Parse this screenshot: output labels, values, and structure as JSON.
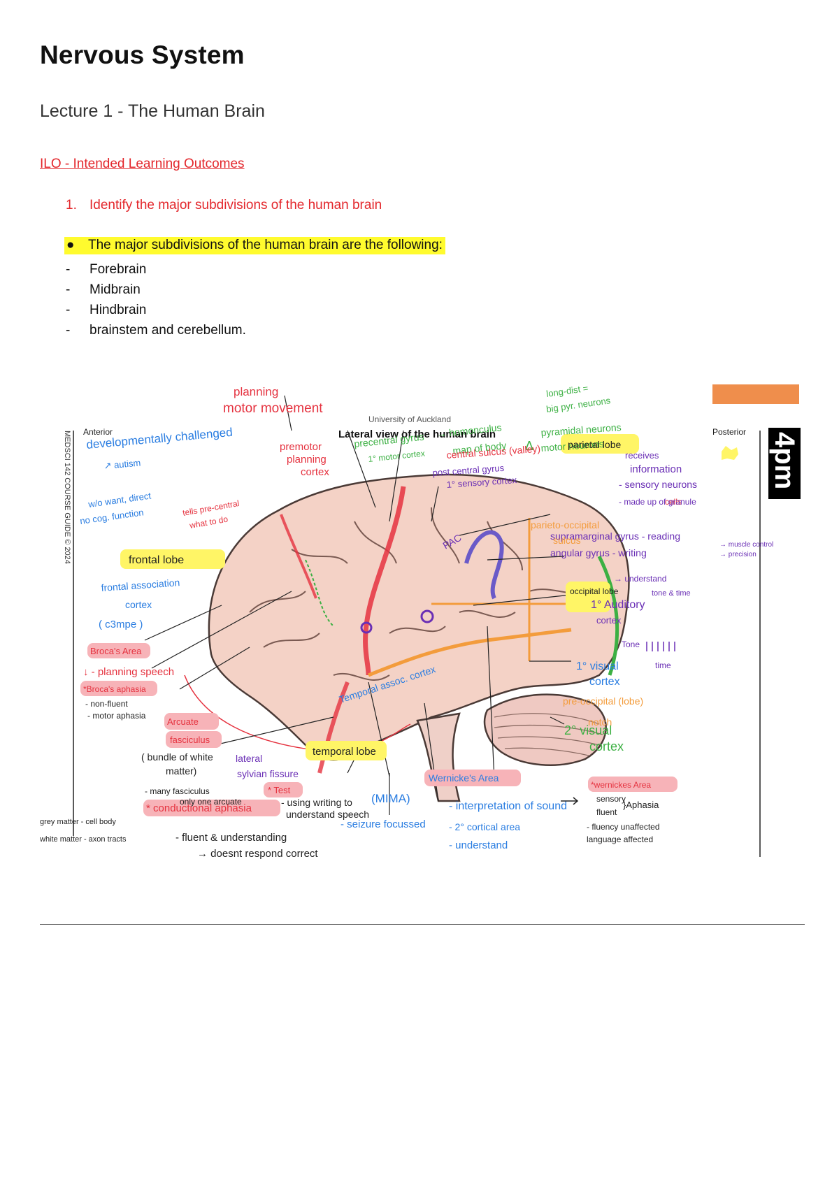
{
  "heading": {
    "title": "Nervous System",
    "subtitle": "Lecture 1 - The Human Brain",
    "ilo": "ILO - Intended Learning Outcomes"
  },
  "objective": {
    "number": "1.",
    "text": "Identify the major subdivisions of the human brain"
  },
  "summary": {
    "bullet": "●",
    "text": "The major subdivisions of the human brain are the following:",
    "items": [
      {
        "dash": "-",
        "text": "Forebrain"
      },
      {
        "dash": "-",
        "text": "Midbrain"
      },
      {
        "dash": "-",
        "text": "Hindbrain"
      },
      {
        "dash": "-",
        "text": "brainstem and cerebellum."
      }
    ]
  },
  "figure": {
    "printed": {
      "university": "University of Auckland",
      "title": "Lateral view of the human brain",
      "anterior": "Anterior",
      "posterior": "Posterior",
      "guide": "MEDSCI 142 COURSE GUIDE © 2024",
      "time_badge": "4pm"
    },
    "colors": {
      "red": "#e5323f",
      "green": "#3cb043",
      "blue": "#2a7de1",
      "purple": "#6a2fb5",
      "orange": "#f39c3c",
      "black": "#222222",
      "highlight_yellow": "#fff566",
      "highlight_pink": "#f7b3b8",
      "orange_box": "#ef8e4c"
    },
    "notes": {
      "planning": "planning",
      "motor_movement": "motor movement",
      "premotor": "premotor",
      "premotor_planning": "planning",
      "premotor_cortex": "cortex",
      "precentral": "precentral gyrus",
      "precentral_sub": "1° motor cortex",
      "homunculus": "→ homonculus",
      "map_of_body": "map of body",
      "long_dist": "long-dist =",
      "big_pyr": "big pyr. neurons",
      "pyramidal": "pyramidal neurons",
      "motor_neurons": "motor neurons",
      "triangle": "Δ",
      "dev_challenged": "developmentally challenged",
      "autism": "↗ autism",
      "want_direct": "w/o want, direct",
      "no_cog": "no cog. function",
      "tells_precentral": "tells pre-central",
      "what_to_do": "what to do",
      "frontal_lobe": "frontal lobe",
      "frontal_assoc": "frontal association",
      "cortex_a": "cortex",
      "cmpe": "( c3mpe )",
      "central_sulcus": "central sulcus (valley)",
      "postcentral": "post central gyrus",
      "sensory_cortex": "1° sensory cortex",
      "parietal_lobe": "parietal lobe",
      "receives": "receives",
      "information": "information",
      "sensory_neurons": "- sensory neurons",
      "made_granule": "- made up of granule",
      "cells": "cells",
      "parieto_occipital": "parieto-occipital",
      "sulcus": "sulcus",
      "pac": "PAC",
      "supramarginal": "supramarginal gyrus - reading",
      "angular": "angular gyrus - writing",
      "muscle_control": "→ muscle control",
      "precision": "→ precision",
      "occipital_lobe": "occipital lobe",
      "understand_tone": "→ understand",
      "tone_time": "tone & time",
      "auditory": "1° Auditory",
      "auditory_cortex": "cortex",
      "tone_label": "Tone",
      "time_label": "time",
      "brocas_area": "Broca's Area",
      "planning_speech": "↓ - planning speech",
      "brocas_aphasia": "*Broca's aphasia",
      "non_fluent": "- non-fluent",
      "motor_aphasia": "- motor aphasia",
      "arcuate": "Arcuate",
      "fasciculus": "fasciculus",
      "bundle": "( bundle of white",
      "matter": "matter)",
      "many_fasciculus": "- many fasciculus",
      "only_one": "only one arcuate",
      "lateral": "lateral",
      "sylvian": "sylvian fissure",
      "temporal_lobe": "temporal lobe",
      "temporal_assoc": "Temporal assoc. cortex",
      "visual_1": "1° visual",
      "visual_cortex": "cortex",
      "pre_occipital": "pre-occipital (lobe)",
      "notch": "notch",
      "visual_2": "2° visual",
      "visual_2_cortex": "cortex",
      "test": "* Test",
      "using_writing": "- using writing to",
      "understand_speech": "understand speech",
      "conduction": "* conductional aphasia",
      "fluent_understanding": "- fluent & understanding",
      "doesnt_respond": "→ doesnt respond correct",
      "mima": "(MIMA)",
      "seizure": "- seizure focussed",
      "wernickes": "Wernicke's Area",
      "interpretation": "- interpretation of sound",
      "cortical_area": "- 2° cortical area",
      "understand": "- understand",
      "wernickes_aphasia": "*wernickes Area",
      "sensory": "sensory",
      "fluent": "fluent",
      "aphasia": "}Aphasia",
      "fluency_unaffected": "- fluency unaffected",
      "language_affected": "language affected",
      "grey_matter": "grey matter - cell body",
      "white_matter": "white matter - axon tracts"
    }
  }
}
